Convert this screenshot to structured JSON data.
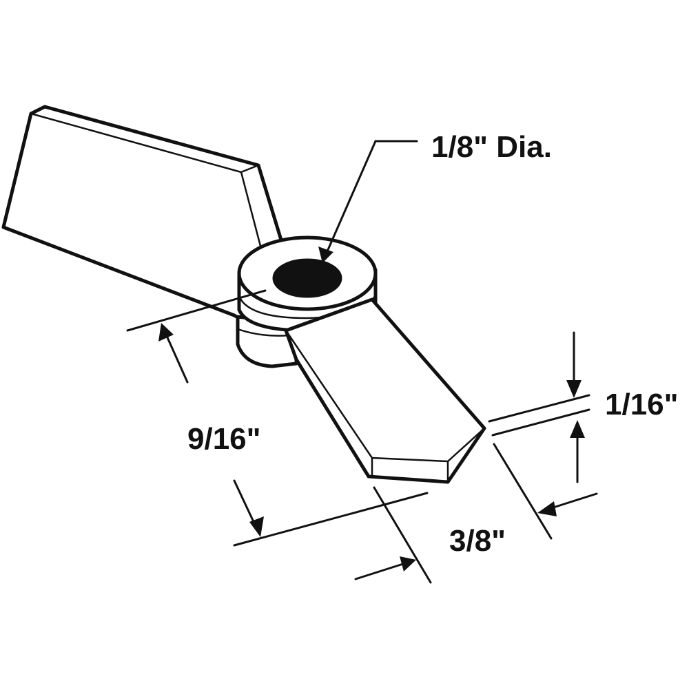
{
  "diagram": {
    "labels": {
      "hole_diameter": "1/8\" Dia.",
      "thickness": "1/16\"",
      "length": "9/16\"",
      "width": "3/8\""
    },
    "colors": {
      "line": "#111111",
      "background": "#ffffff",
      "hole_fill": "#111111"
    }
  }
}
